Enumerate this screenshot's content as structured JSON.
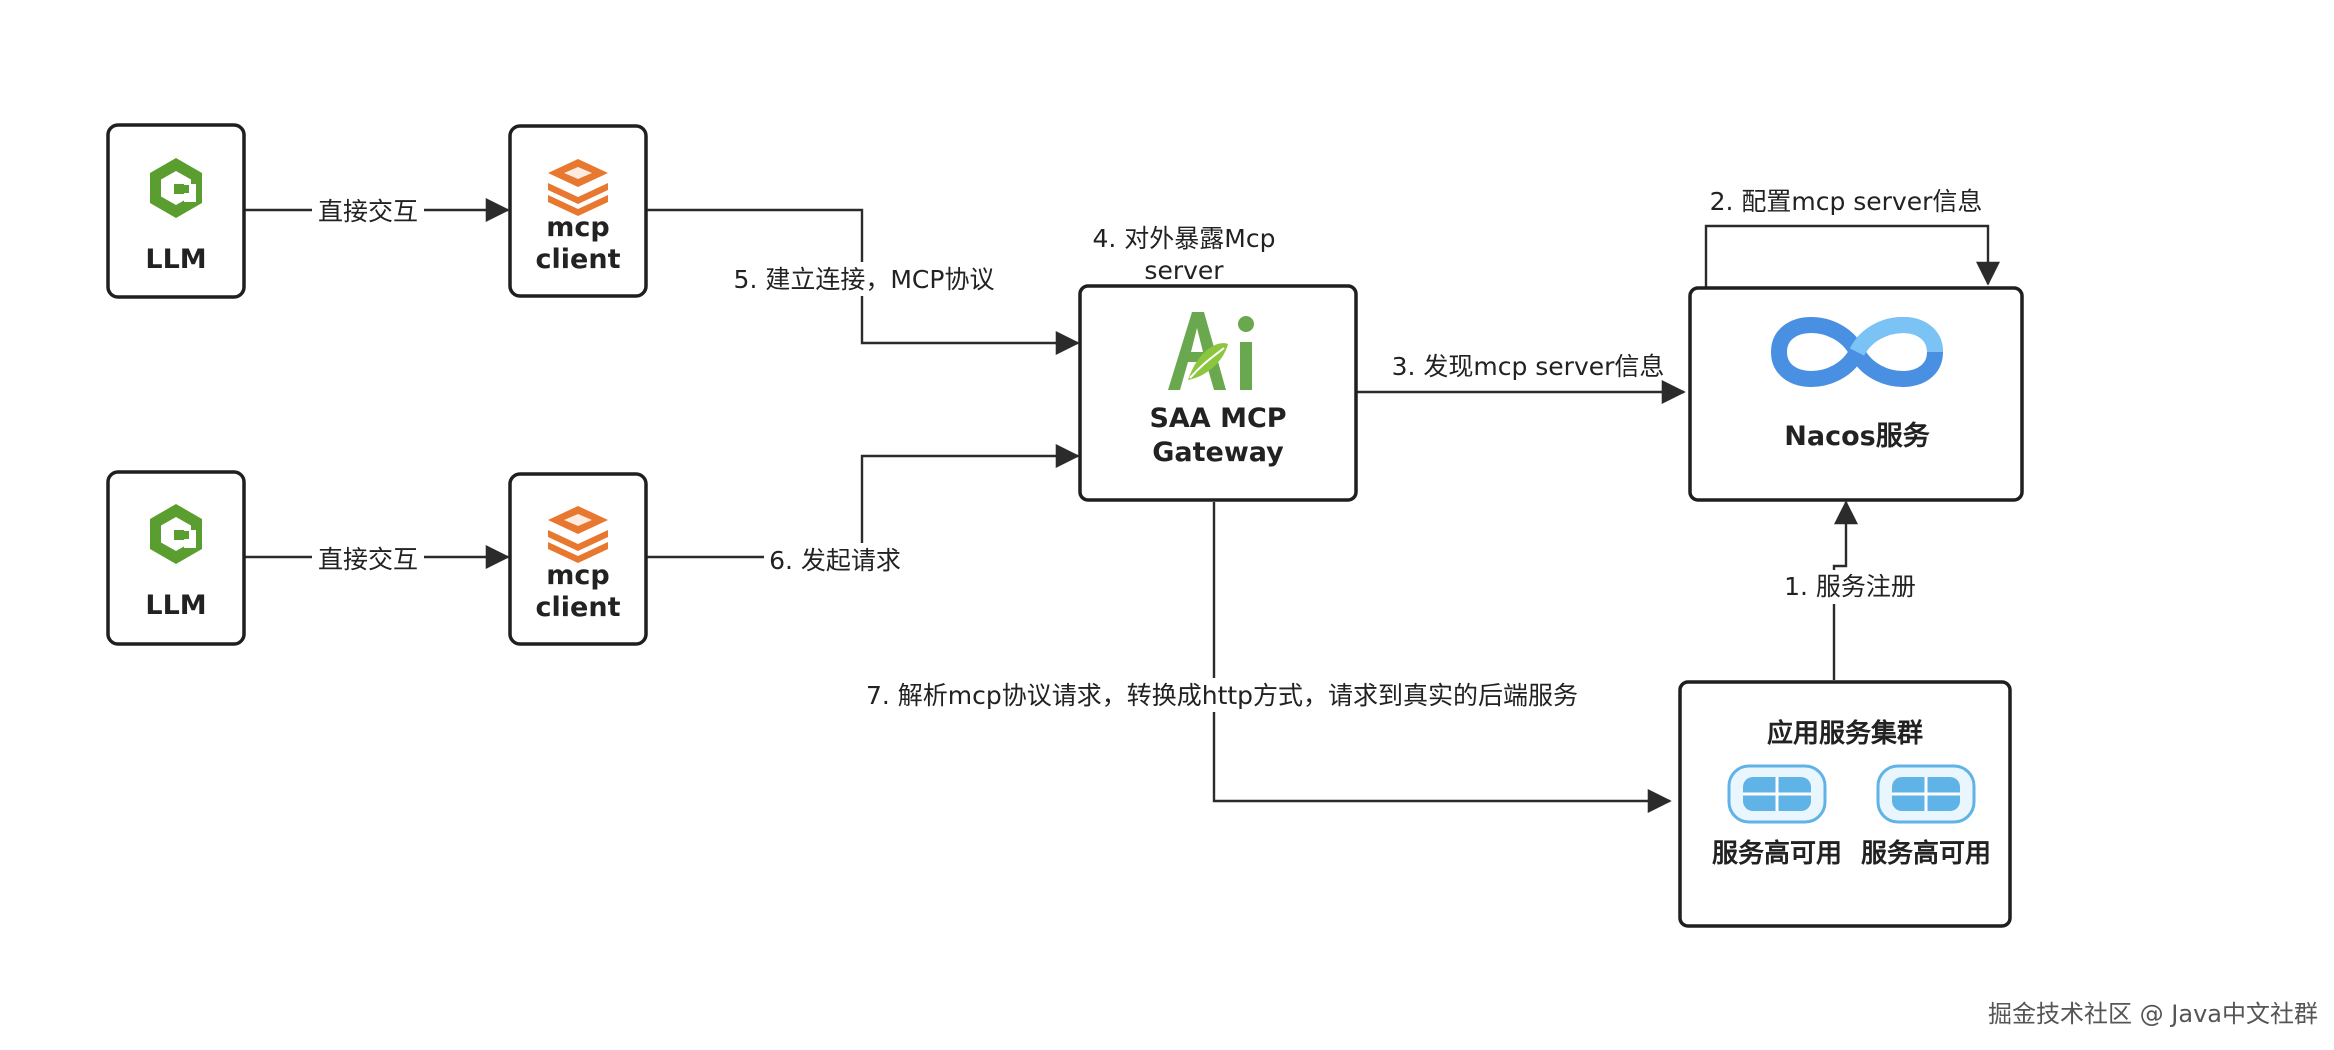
{
  "nodes": {
    "llm_top": {
      "label": "LLM"
    },
    "llm_bottom": {
      "label": "LLM"
    },
    "mcp_client_top": {
      "line1": "mcp",
      "line2": "client"
    },
    "mcp_client_bottom": {
      "line1": "mcp",
      "line2": "client"
    },
    "gateway": {
      "line1": "SAA MCP",
      "line2": "Gateway"
    },
    "nacos": {
      "label": "Nacos服务"
    },
    "cluster": {
      "title": "应用服务集群",
      "instance1": "服务高可用",
      "instance2": "服务高可用"
    }
  },
  "edges": {
    "llm_to_client_top": "直接交互",
    "llm_to_client_bottom": "直接交互",
    "step1": "1. 服务注册",
    "step2": "2. 配置mcp server信息",
    "step3": "3. 发现mcp server信息",
    "step4_line1": "4. 对外暴露Mcp",
    "step4_line2": "server",
    "step5": "5. 建立连接，MCP协议",
    "step6": "6. 发起请求",
    "step7": "7. 解析mcp协议请求，转换成http方式，请求到真实的后端服务"
  },
  "watermark": "掘金技术社区 @ Java中文社群",
  "colors": {
    "llm_logo": "#5a9e2f",
    "mcp_logo": "#e8782f",
    "ai_logo": "#6aa84f",
    "nacos_logo": "#4a90e2",
    "server_icon": "#5fb3e6"
  }
}
